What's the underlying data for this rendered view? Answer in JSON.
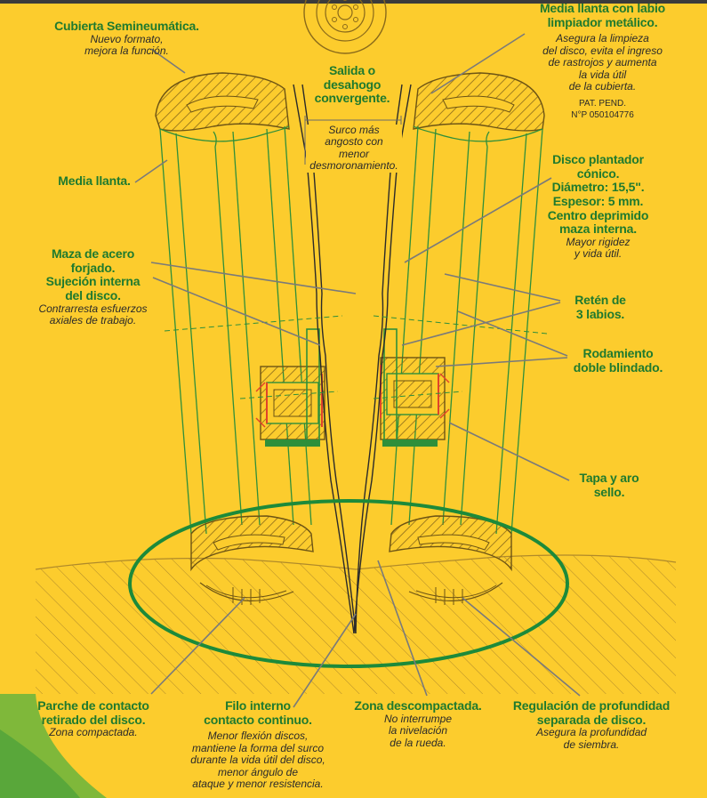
{
  "labels": {
    "cubierta": {
      "title": "Cubierta Semineumática",
      "text": "Nuevo formato,\nmejora la función."
    },
    "media_llanta_labio": {
      "title": "Media llanta con labio\nlimpiador metálico",
      "text": "Asegura la limpieza\ndel disco, evita el ingreso\nde rastrojos y aumenta\nla vida útil\nde la cubierta.",
      "pat1": "PAT. PEND.",
      "pat2": "N°P 050104776"
    },
    "salida": {
      "title": "Salida o\ndesahogo\nconvergente"
    },
    "surco": {
      "text": "Surco más\nangosto con\nmenor\ndesmoronamiento."
    },
    "media_llanta": {
      "title": "Media llanta"
    },
    "disco": {
      "title": "Disco plantador\ncónico",
      "line1": "Diámetro: 15,5\"",
      "line2": "Espesor: 5 mm",
      "line3": "Centro deprimido\nmaza interna",
      "text": "Mayor rigidez\ny vida útil."
    },
    "maza": {
      "title": "Maza de acero\nforjado.\nSujeción interna\ndel disco",
      "text": "Contrarresta esfuerzos\naxiales de trabajo."
    },
    "reten": {
      "title": "Retén de\n3 labios"
    },
    "rodamiento": {
      "title": "Rodamiento\ndoble blindado"
    },
    "tapa": {
      "title": "Tapa y aro\nsello"
    },
    "parche": {
      "title": "Parche de contacto\nretirado del disco",
      "text": "Zona compactada."
    },
    "filo": {
      "title": "Filo interno\ncontacto continuo",
      "text": "Menor flexión discos,\nmantiene la forma del surco\ndurante la vida útil del disco,\nmenor ángulo de\nataque y menor resistencia."
    },
    "zona": {
      "title": "Zona descompactada",
      "text": "No interrumpe\nla nivelación\nde la rueda."
    },
    "regulacion": {
      "title": "Regulación de profundidad\nseparada de disco",
      "text": "Asegura la profundidad\nde siembra."
    }
  },
  "colors": {
    "background": "#fccc2d",
    "label_green": "#1f7a2e",
    "line_green": "#2f8f3a",
    "ellipse_green": "#1d8a3a",
    "hatch_brown": "#8a6a1a",
    "leader_gray": "#7a7a7a",
    "accent_red": "#e0442a",
    "corner_green": "#7fb83a"
  }
}
